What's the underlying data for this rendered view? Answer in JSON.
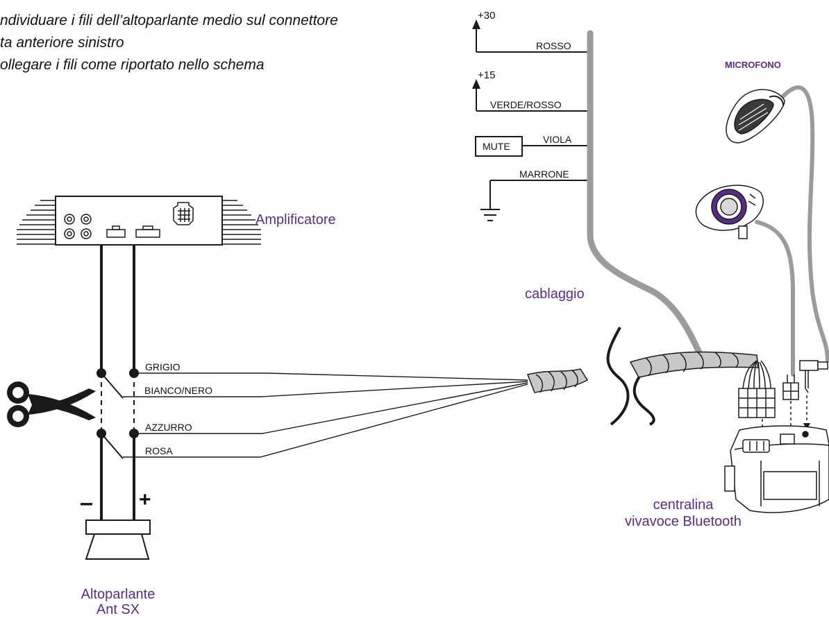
{
  "instructions": [
    "ndividuare i fili dell’altoparlante medio sul connettore",
    "ta anteriore sinistro",
    "ollegare i fili come riportato nello schema"
  ],
  "labels": {
    "amplifier": "Amplificatore",
    "speaker_line1": "Altoparlante",
    "speaker_line2": "Ant SX",
    "harness": "cablaggio",
    "unit_line1": "centralina",
    "unit_line2": "vivavoce Bluetooth",
    "microphone": "MICROFONO",
    "minus": "–",
    "plus": "+"
  },
  "power": {
    "plus30": "+30",
    "plus15": "+15",
    "mute": "MUTE"
  },
  "wires": {
    "rosso": "ROSSO",
    "verde_rosso": "VERDE/ROSSO",
    "viola": "VIOLA",
    "marrone": "MARRONE",
    "grigio": "GRIGIO",
    "bianco_nero": "BIANCO/NERO",
    "azzurro": "AZZURRO",
    "rosa": "ROSA"
  },
  "colors": {
    "accent": "#5a2d82",
    "harness_gray": "#9b9b9b",
    "line": "#1a1a1a"
  }
}
